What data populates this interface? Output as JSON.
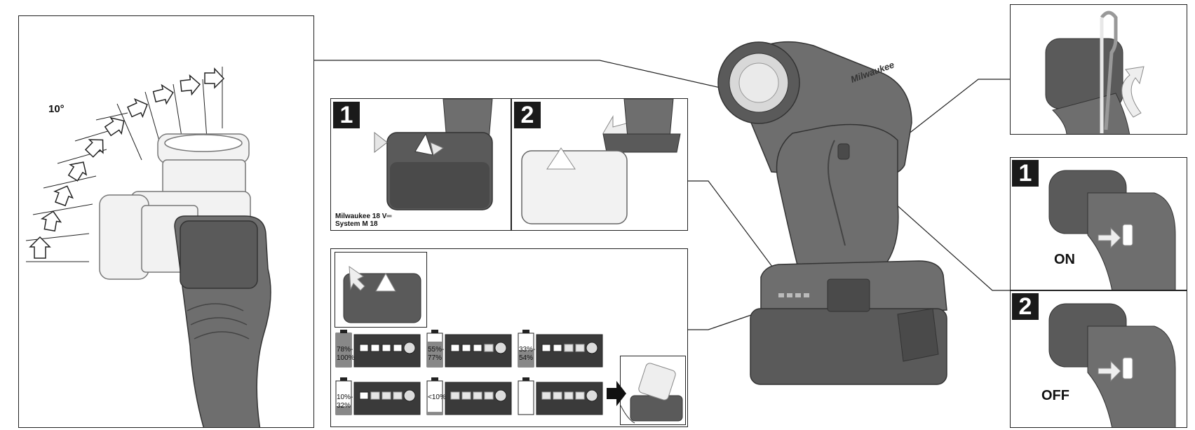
{
  "angle_label": "10°",
  "battery_caption": {
    "line1": "Milwaukee 18 V═",
    "line2": "System M 18"
  },
  "steps": {
    "insert": "1",
    "remove": "2",
    "on_step": "1",
    "off_step": "2"
  },
  "switch": {
    "on": "ON",
    "off": "OFF"
  },
  "charge_levels": [
    {
      "top": "78%-",
      "bottom": "100%",
      "fill": 1.0
    },
    {
      "top": "55%-",
      "bottom": "77%",
      "fill": 0.75
    },
    {
      "top": "33%-",
      "bottom": "54%",
      "fill": 0.5
    },
    {
      "top": "10%-",
      "bottom": "32%",
      "fill": 0.25
    },
    {
      "top": "<10%",
      "bottom": "",
      "fill": 0.08
    },
    {
      "top": "",
      "bottom": "",
      "fill": 0
    }
  ],
  "colors": {
    "tool": "#6e6e6e",
    "tool_dark": "#4a4a4a",
    "white_part": "#f2f2f2",
    "frame": "#222222"
  }
}
